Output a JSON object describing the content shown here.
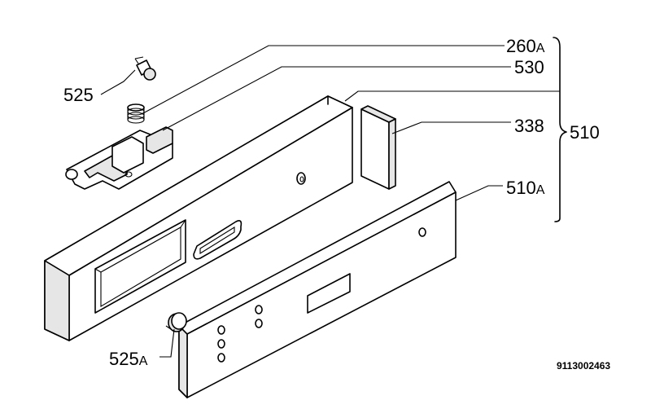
{
  "labels": {
    "p260": "260",
    "p260_sfx": "A",
    "p530": "530",
    "p525": "525",
    "p338": "338",
    "p510": "510",
    "p510a": "510",
    "p510a_sfx": "A",
    "p525a": "525",
    "p525a_sfx": "A"
  },
  "drawing_number": "9113002463"
}
